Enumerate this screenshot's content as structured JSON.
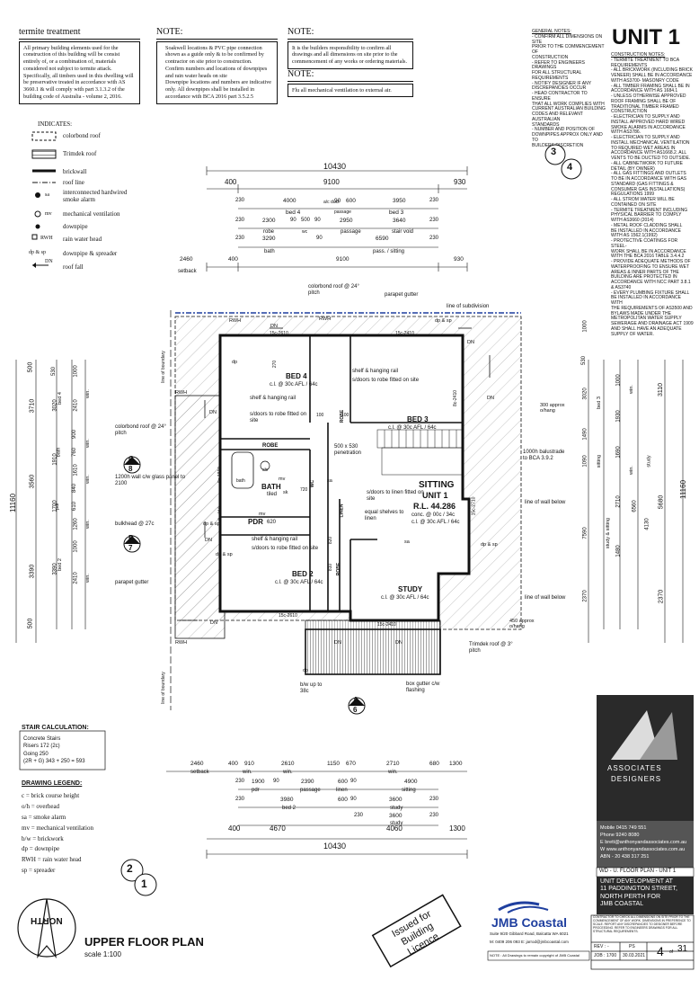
{
  "notes": {
    "termite": {
      "heading": "termite treatment",
      "text": "All primary building elements used for the construction of this building will be consist entirely of, or a combination of, materials considered not subject to termite attack. Specifically, all timbers used in this dwelling will be preservative treated in accordance with AS 3660.1 & will comply with part 3.1.3.2 of the building code of Australia - volume 2, 2016."
    },
    "note1": {
      "heading": "NOTE:",
      "items": [
        "Soakwell locations & PVC pipe connection shown as a guide only & to be confirmed by contractor on site prior to construction.",
        "Confirm numbers and locations of downpipes and rain water heads on site",
        "Downpipe locations and numbers are indicative only. All downpipes shall be installed in accordance with BCA 2016 part 3.5.2.5"
      ]
    },
    "note2": {
      "heading": "NOTE:",
      "text": "It is the builders responsibility to confirm all drawings and all dimensions on site prior to the commencement of any works or ordering materials."
    },
    "note3": {
      "heading": "NOTE:",
      "text": "Flu all mechanical ventilation to external air."
    }
  },
  "general_notes": {
    "heading": "GENERAL NOTES:",
    "lines": [
      "- CONFIRM ALL DIMENSIONS ON SITE",
      "PRIOR TO THE COMMENCEMENT OF",
      "CONSTRUCTION",
      "- REFER TO ENGINEERS DRAWINGS",
      "FOR ALL STRUCTURAL REQUIREMENTS",
      "- NOTIFY DESIGNER IF ANY",
      "DISCREPANCIES OCCUR",
      "- HEAD CONTRACTOR TO ENSURE",
      "THAT ALL WORK COMPLIES WITH",
      "CURRENT AUSTRALIAN BUILDING",
      "CODES AND RELEVANT AUSTRALIAN",
      "STANDARDS",
      "- NUMBER AND POSITION OF",
      "DOWNPIPES APPROX ONLY AND TO",
      "BUILDERS DISCRETION"
    ]
  },
  "construction_notes": {
    "heading": "CONSTRUCTION NOTES:",
    "lines": [
      "- TERMITE TREATMENT TO BCA",
      "REQUIREMENTS",
      "- ALL BRICKWORK (INCLUDING BRICK",
      "VENEER) SHALL BE IN ACCORDANCE",
      "WITH AS3700- MASONRY CODE",
      "- ALL TIMBER FRAMING SHALL BE IN",
      "ACCORDANCE WITH AS 1684.1",
      "- UNLESS OTHERWISE APPROVED",
      "ROOF FRAMING SHALL BE OF",
      "TRADITIONAL TIMBER FRAMED",
      "CONSTRUCTION",
      "- ELECTRICIAN TO SUPPLY AND",
      "INSTALL APPROVED HARD WIRED",
      "SMOKE ALARMS IN ACCORDANCE",
      "WITH AS3786.",
      "- ELECTRICIAN TO SUPPLY AND",
      "INSTALL MECHANICAL VENTILATION",
      "TO REQUIRED WET AREAS IN",
      "ACCORDANCE WITH AS1668.2. ALL",
      "VENTS TO BE DUCTED TO OUTSIDE.",
      "- ALL CABINETWORK TO FUTURE",
      "DETAIL (BY OWNER)",
      "- ALL GAS FITTINGS AND OUTLETS",
      "TO BE IN ACCORDANCE WITH GAS",
      "STANDARD (GAS FITTINGS &",
      "CONSUMER GAS INSTALLATIONS)",
      "REGULATIONS 1999",
      "- ALL STROM WATER WILL BE",
      "CONTAINED ON SITE",
      "- TERMITE TREATMENT INCLUDING",
      "PHYSICAL BARRIER TO COMPLY",
      "WITH AS3660 (2014)",
      "- METAL ROOF CLADDING SHALL",
      "BE INSTALLED IN ACCORDANCE",
      "WITH AS 1562.1(1992)",
      "- PROTECTIVE COATINGS FOR STEEL-",
      "WORK SHALL BE IN ACCORDANCE",
      "WITH THE BCA 2016 TABLE 3.4.4.2",
      "- PROVIDE ADEQUATE METHODS OF",
      "WATERPROOFING TO ENSURE WET",
      "AREAS & INNER PARTS OF THE",
      "BUILDING ARE PROTECTED IN",
      "ACCORDANCE WITH NCC PART 3.8.1",
      "& AS3740",
      "- EVERY PLUMBING FIXTURE SHALL",
      "BE INSTALLED IN ACCORDANCE WITH",
      "THE REQUIREMENTS OF AS3500 AND",
      "BYLAWS MADE UNDER THE",
      "METROPOLITAN WATER SUPPLY",
      "SEWERAGE AND DRAINAGE ACT 1909",
      "AND SHALL HAVE AN ADEQUATE",
      "SUPPLY OF WATER."
    ]
  },
  "unit_label": "UNIT 1",
  "legend": {
    "heading": "INDICATES:",
    "items": [
      "colorbond roof",
      "Trimdek roof",
      "brickwall",
      "roof line",
      "interconnected hardwired smoke alarm",
      "mechanical ventilation",
      "downpipe",
      "rain water head",
      "downpipe & spreader",
      "roof fall"
    ],
    "codes": {
      "sa": "sa",
      "mv": "mv",
      "rwh": "RWH",
      "dpsp": "dp & sp",
      "dn": "DN"
    }
  },
  "dims_top": {
    "overall": "10430",
    "r1": [
      "400",
      "9100",
      "930"
    ],
    "r2": [
      "230",
      "4000",
      "90",
      "600",
      "3950",
      "230"
    ],
    "r2lab": [
      "bed 4",
      "a/c duct",
      "passage",
      "bed 3"
    ],
    "r3": [
      "230",
      "2300",
      "90",
      "500",
      "90",
      "2950",
      "3640",
      "230"
    ],
    "r3lab": [
      "robe",
      "wc",
      "passage",
      "stair void"
    ],
    "r4": [
      "230",
      "3290",
      "90",
      "6590",
      "230"
    ],
    "r4lab": [
      "bath",
      "pass. / sitting"
    ],
    "r5": [
      "2460",
      "400",
      "9100",
      "930"
    ],
    "r5lab": [
      "setback"
    ]
  },
  "dims_bottom": {
    "r1": [
      "2460",
      "400",
      "910",
      "2610",
      "1150",
      "670",
      "2710",
      "680",
      "1300"
    ],
    "r1lab": [
      "setback",
      "win.",
      "win.",
      "win."
    ],
    "r2": [
      "230",
      "1900",
      "90",
      "2390",
      "600",
      "90",
      "4900"
    ],
    "r2lab": [
      "pdr",
      "passage",
      "linen",
      "sitting"
    ],
    "r3": [
      "230",
      "3980",
      "600",
      "90",
      "3600",
      "230"
    ],
    "r3lab": [
      "bed 2",
      "study"
    ],
    "r4": [
      "230",
      "3600",
      "230"
    ],
    "r4lab": [
      "study"
    ],
    "r5": [
      "400",
      "4670",
      "4060",
      "1300"
    ],
    "overall": "10430"
  },
  "dims_left": {
    "overall": "11160",
    "major": [
      "500",
      "3710",
      "3560",
      "3390",
      "500"
    ],
    "r2": [
      "530",
      "3020",
      "1910",
      "1700",
      "3390"
    ],
    "r2lab": [
      "bed 4",
      "bath",
      "pdr",
      "bed 2"
    ],
    "r3": [
      "1000",
      "2410",
      "900",
      "760",
      "1610",
      "840",
      "610",
      "1260",
      "1000",
      "2410"
    ],
    "r3lab": [
      "win.",
      "win.",
      "win.",
      "win.",
      "win."
    ]
  },
  "dims_right": {
    "overall": "11160",
    "major": [
      "3110",
      "5680",
      "2370"
    ],
    "r2": [
      "1000",
      "530",
      "3020",
      "1490",
      "1090",
      "7590",
      "2370"
    ],
    "r2lab": [
      "bed 3",
      "sitting",
      "study & sitting"
    ],
    "r3": [
      "1000",
      "1930",
      "1690",
      "2710",
      "1480"
    ],
    "r3lab": [
      "win.",
      "win."
    ],
    "r4": [
      "6560",
      "4130"
    ],
    "r4lab": [
      "study"
    ]
  },
  "rooms": [
    {
      "name": "BED 4",
      "sub": "c.l. @ 30c AFL / 64c"
    },
    {
      "name": "BED 3",
      "sub": "c.l. @ 30c AFL / 64c"
    },
    {
      "name": "BATH",
      "sub": "tiled"
    },
    {
      "name": "PDR",
      "sub": "620"
    },
    {
      "name": "SITTING",
      "sub2": "UNIT 1",
      "rl": "R.L. 44.286",
      "sub": "conc. @ 00c / 34c",
      "sub3": "c.l. @ 30c AFL / 64c"
    },
    {
      "name": "BED 2",
      "sub": "c.l. @ 30c AFL / 64c"
    },
    {
      "name": "STUDY",
      "sub": "c.l. @ 30c AFL / 64c"
    }
  ],
  "plan_labels": {
    "robe": "ROBE",
    "linen": "LINEN",
    "wc": "WC",
    "shr": "shr",
    "bath_fixture": "bath",
    "penetration": "500 x 530 penetration",
    "shelf1": "shelf & hanging rail",
    "shelf1b": "s/doors to robe fitted on site",
    "shelf2": "shelf & hanging rail",
    "shelf2b": "s/doors to robe fitted on site",
    "shelf3": "shelf & hanging rail",
    "shelf3b": "s/doors to robe fitted on site",
    "linen_note": "s/doors to linen fitted on site",
    "equal_shelves": "equal shelves to linen",
    "colorbond_top": "colorbond roof @ 24° pitch",
    "parapet_gutter": "parapet gutter",
    "subdivision": "line of subdivision",
    "colorbond_left": "colorbond roof @ 24° pitch",
    "glass_panel": "1200h wall c/w glass panel to 2100",
    "bulkhead": "bulkhead @ 27c",
    "parapet_left": "parapet gutter",
    "boundary": "line of boundary",
    "balustrade": "1000h balustrade to BCA 3.9.2",
    "approx1": "300 approx o/hang",
    "approx2": "450 approx o/hang",
    "wall_below1": "line of wall below",
    "wall_below2": "line of wall below",
    "trimdek": "Trimdek roof @ 3° pitch",
    "bw_up": "b/w up to 38c",
    "box_gutter": "box gutter c/w flashing",
    "codes": [
      "RWH",
      "RWH",
      "RWH",
      "RWH",
      "dp & sp",
      "dp & sp",
      "dp & sp",
      "dp & sp",
      "dp",
      "dp",
      "DN",
      "DN",
      "DN",
      "DN",
      "DN",
      "DN",
      "DN",
      "DN",
      "sa",
      "sa",
      "mv",
      "mv",
      "sk"
    ],
    "windows": [
      "15c-2610",
      "15c-2410",
      "8c-2410",
      "8c-1810",
      "8c-610",
      "15c-2610",
      "15c-2410",
      "15c-2710",
      "720",
      "100",
      "100",
      "810",
      "820",
      "270"
    ]
  },
  "section_markers": [
    {
      "num": "3",
      "sheet": "4"
    },
    {
      "num": "C",
      "sheet": "8"
    },
    {
      "num": "B",
      "sheet": "7"
    },
    {
      "num": "A",
      "sheet": "6"
    },
    {
      "num": "2",
      "sheet": "1"
    }
  ],
  "stair": {
    "heading": "STAIR CALCULATION:",
    "lines": [
      "Concrete Stairs",
      "Risers    172 (2c)",
      "Going     250",
      "(2R + G) 343 + 250 = 593"
    ]
  },
  "drawing_legend": {
    "heading": "DRAWING LEGEND:",
    "items": [
      "c    = brick course height",
      "o/h = overhead",
      "sa   = smoke alarm",
      "mv  = mechanical ventilation",
      "b/w = brickwork",
      "dp   = downpipe",
      "RWH = rain water head",
      "sp = spreader"
    ]
  },
  "north": "NORTH",
  "plan_title": "UPPER FLOOR PLAN",
  "scale": "scale  1:100",
  "stamp": {
    "line1": "Issued for",
    "line2": "Building Licence"
  },
  "jmb": {
    "name": "JMB Coastal",
    "addr": "Suite 9/20 Gibbard Road, Balcatta WA 6021",
    "contact": "M: 0409 206 093  E: jarrod@jmbcoastal.com",
    "note": "NOTE :   All Drawings to remain copyright of JMB Coastal"
  },
  "designer": {
    "line1": "ASSOCIATES",
    "line2": "DESIGNERS",
    "mobile": "Mobile  0415 749 551",
    "phone": "Phone  9240 8080",
    "email": "E  brett@anthonyandassociates.com.au",
    "web": "W  www.anthonyandassociates.com.au",
    "abn": "ABN - 20 438 317 251"
  },
  "titleblock": {
    "sheet": "WD - U. FLOOR PLAN - UNIT 1",
    "project": [
      "UNIT DEVELOPMENT AT",
      "11 PADDINGTON STREET,",
      "NORTH PERTH FOR",
      "JMB COASTAL"
    ],
    "disclaimer": "CONTRACTOR TO CHECK ALL DIMENSIONS ON SITE PRIOR TO THE COMMENCEMENT OF ANY WORK. DIMENSIONS IN PREFERENCE TO SCALE. REPORT ANY DISCREPANCIES TO DESIGNER BEFORE PROCEEDING. REFER TO ENGINEERS DRAWINGS FOR ALL STRUCTURAL REQUIREMENTS.",
    "rev_label": "REV :",
    "rev": "-",
    "drawn": "PS",
    "job_label": "JOB :",
    "job": "1700",
    "date": "30.03.2021",
    "page": "4",
    "of": "of",
    "total": "31"
  },
  "colors": {
    "ink": "#111111",
    "blue": "#1f3f9f",
    "grey": "#555555",
    "dark": "#2a2a2a"
  }
}
